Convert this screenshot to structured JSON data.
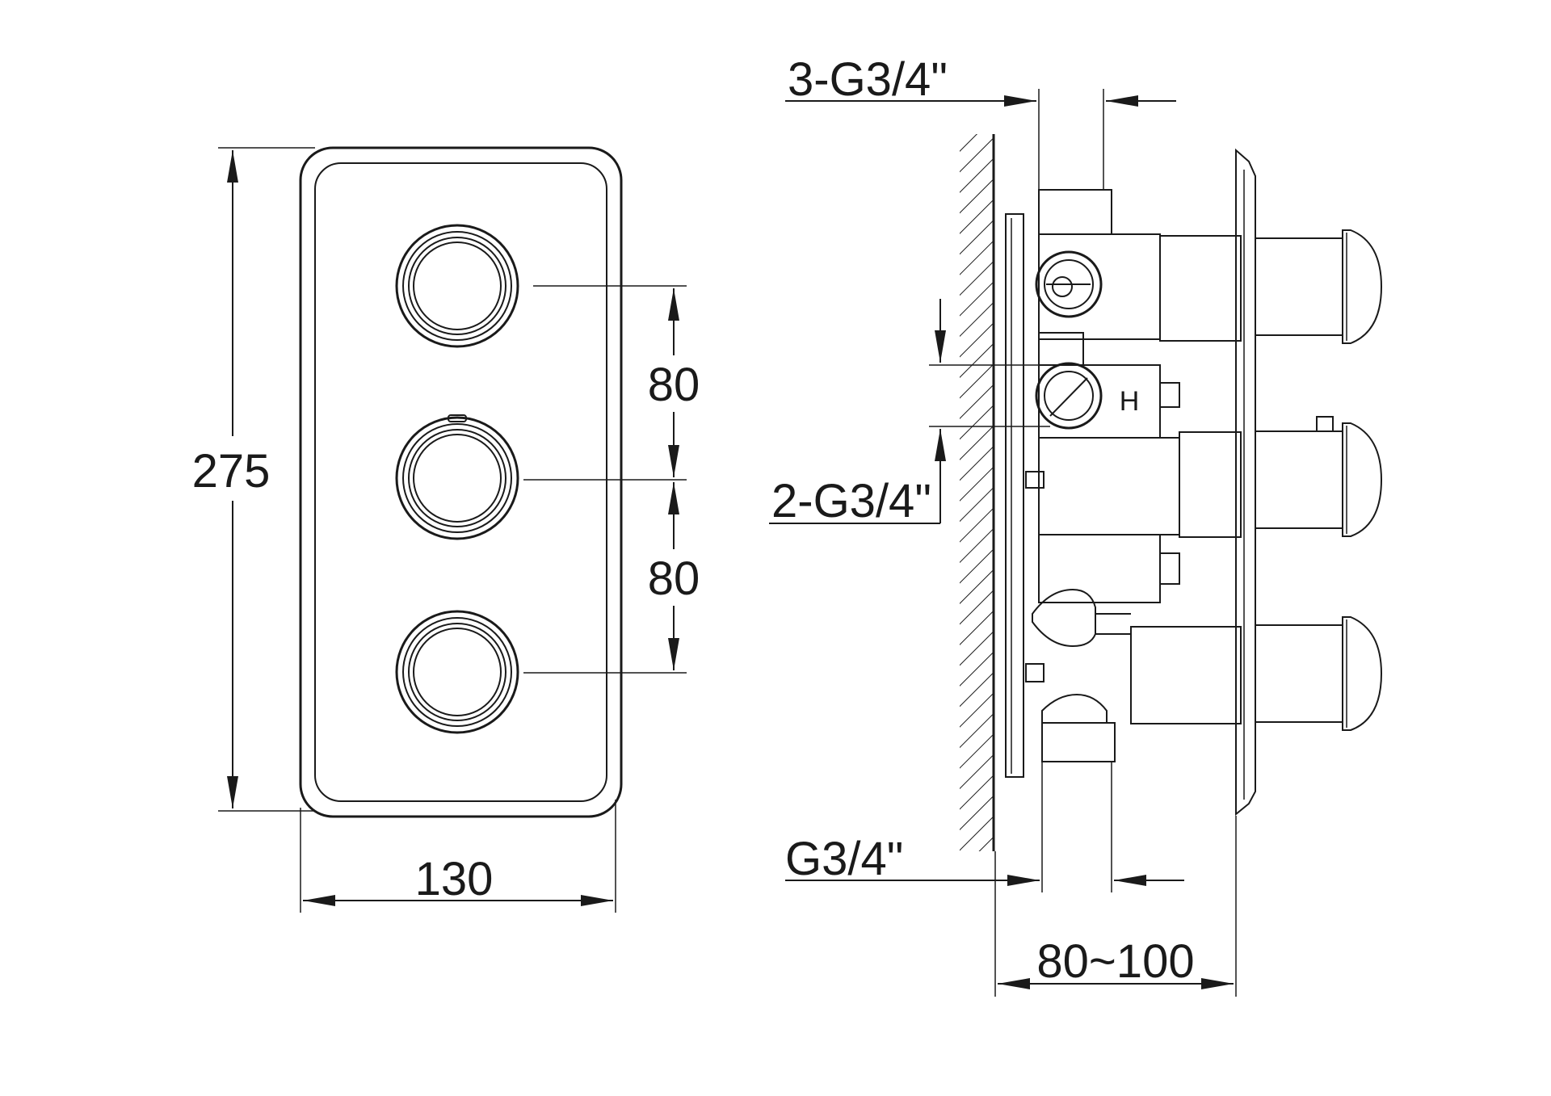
{
  "front_view": {
    "height_dim": "275",
    "width_dim": "130",
    "spacing_top": "80",
    "spacing_bottom": "80"
  },
  "side_view": {
    "top_connection": "3-G3/4\"",
    "middle_connection": "2-G3/4\"",
    "bottom_connection": "G3/4\"",
    "depth_range": "80~100",
    "valve_label": "H"
  }
}
